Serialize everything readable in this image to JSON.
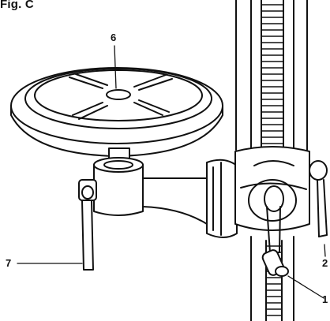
{
  "figure": {
    "title": "Fig. C"
  },
  "callouts": [
    {
      "id": "callout-6",
      "label": "6"
    },
    {
      "id": "callout-7",
      "label": "7"
    },
    {
      "id": "callout-2",
      "label": "2"
    },
    {
      "id": "callout-1",
      "label": "1"
    }
  ],
  "colors": {
    "line": "#111111",
    "background": "#ffffff"
  }
}
